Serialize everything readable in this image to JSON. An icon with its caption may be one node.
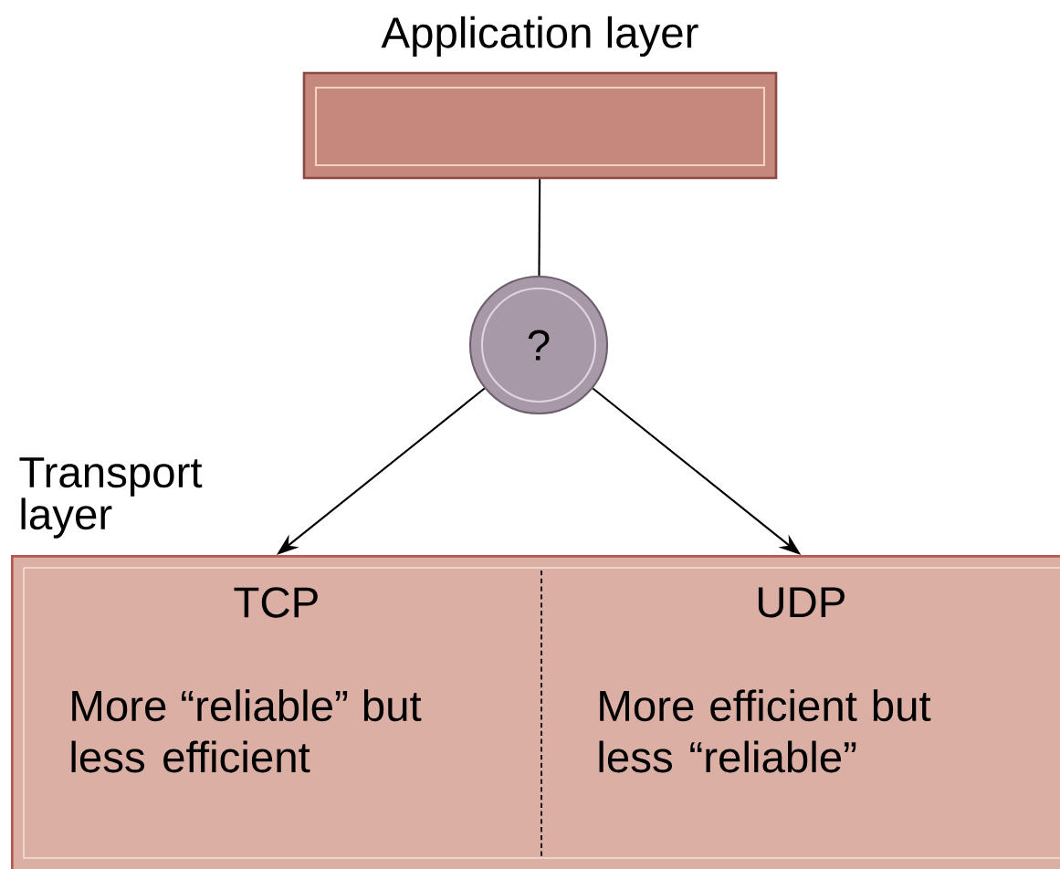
{
  "diagram": {
    "nodes": [
      {
        "text": [
          "Application layer"
        ]
      },
      {
        "text": [
          "?"
        ]
      },
      {
        "text": [
          "Transport layer"
        ]
      },
      {
        "text": [
          "TCP",
          "More “reliable” but less efficient"
        ],
        "in": 2
      },
      {
        "text": [
          "UDP",
          "More efficient but less “reliable”"
        ],
        "in": 2
      }
    ],
    "edges": [
      {
        "from": 0,
        "to": 1,
        "arrow": "none"
      },
      {
        "from": 1,
        "to": 3,
        "arrow": "to"
      },
      {
        "from": 1,
        "to": 4,
        "arrow": "to"
      }
    ]
  }
}
